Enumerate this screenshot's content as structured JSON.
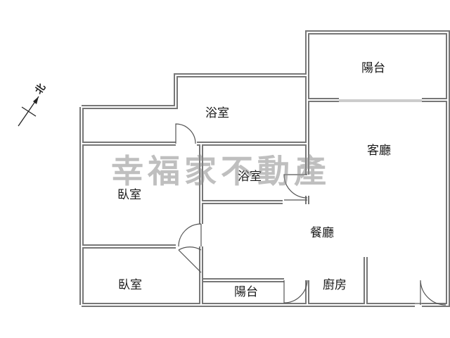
{
  "rooms": {
    "balcony_top": "陽台",
    "bath_top": "浴室",
    "living": "客廳",
    "bath_inner": "浴室",
    "bedroom_1": "臥室",
    "dining": "餐廳",
    "bedroom_2": "臥室",
    "balcony_bottom": "陽台",
    "kitchen": "廚房"
  },
  "compass": {
    "north_label": "北"
  },
  "watermark": "幸福家不動產",
  "colors": {
    "wall": "#777777",
    "wall_inner": "#ffffff",
    "door": "#555555",
    "watermark": "#8c8c8c"
  }
}
